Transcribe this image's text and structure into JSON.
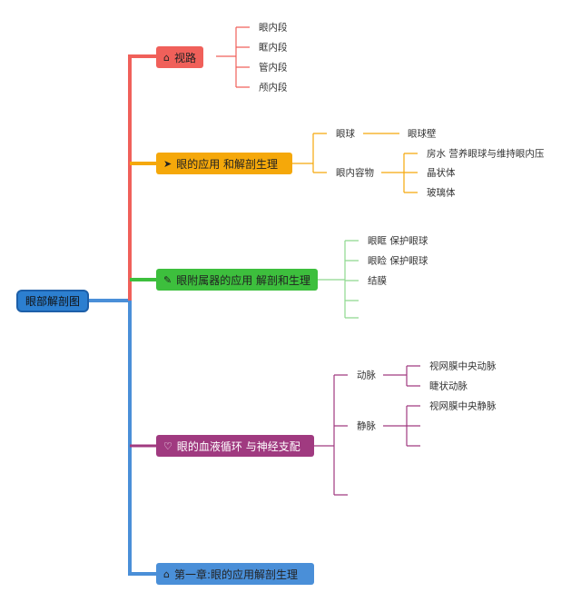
{
  "root": {
    "label": "眼部解剖图",
    "color": "#2c7fd0"
  },
  "branches": [
    {
      "label": "视路",
      "icon": "home-icon",
      "color": "#f0605a",
      "children": [
        "眼内段",
        "眶内段",
        "管内段",
        "颅内段"
      ]
    },
    {
      "label": "眼的应用 和解剖生理",
      "icon": "paper-plane-icon",
      "color": "#f5a80a",
      "children": [
        {
          "label": "眼球",
          "children": [
            "眼球壁"
          ]
        },
        {
          "label": "眼内容物",
          "children": [
            "房水 营养眼球与维持眼内压",
            "晶状体",
            "玻璃体"
          ]
        }
      ]
    },
    {
      "label": "眼附属器的应用 解剖和生理",
      "icon": "magic-wand-icon",
      "color": "#3dbf3d",
      "children": [
        "眼眶 保护眼球",
        "眼睑 保护眼球",
        "结膜"
      ]
    },
    {
      "label": "眼的血液循环 与神经支配",
      "icon": "heart-icon",
      "color": "#a03a80",
      "children": [
        {
          "label": "动脉",
          "children": [
            "视网膜中央动脉",
            "睫状动脉"
          ]
        },
        {
          "label": "静脉",
          "children": [
            "视网膜中央静脉"
          ]
        }
      ]
    },
    {
      "label": "第一章:眼的应用解剖生理",
      "icon": "home-icon",
      "color": "#4a8fd8",
      "children": []
    }
  ]
}
